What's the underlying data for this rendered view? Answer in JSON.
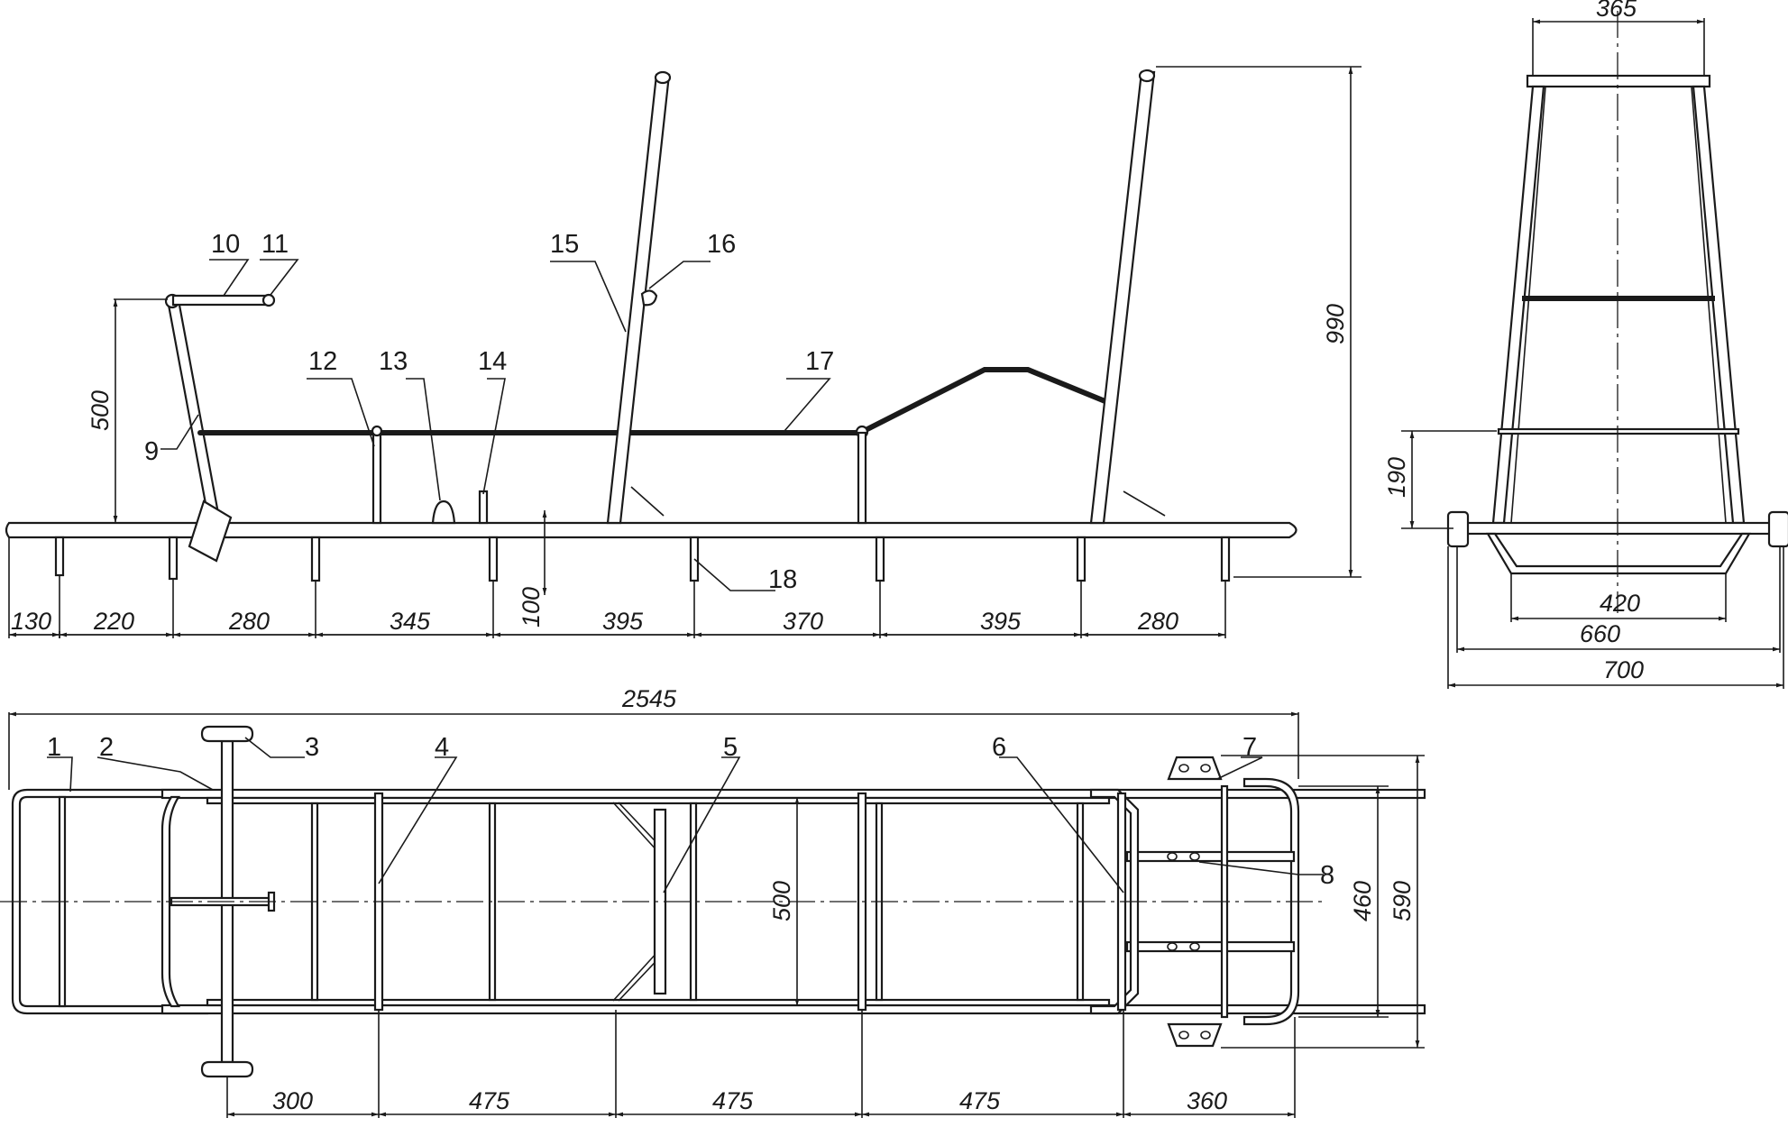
{
  "dims": {
    "side_bottom": [
      "130",
      "220",
      "280",
      "345",
      "395",
      "370",
      "395",
      "280"
    ],
    "side_height_500": "500",
    "side_height_990": "990",
    "side_leg_100": "100",
    "plan_overall": "2545",
    "plan_bottom": [
      "300",
      "475",
      "475",
      "475",
      "360"
    ],
    "plan_width_500": "500",
    "plan_width_460": "460",
    "plan_width_590": "590",
    "end_top": "365",
    "end_190": "190",
    "end_420": "420",
    "end_660": "660",
    "end_700": "700"
  },
  "callouts": {
    "c1": "1",
    "c2": "2",
    "c3": "3",
    "c4": "4",
    "c5": "5",
    "c6": "6",
    "c7": "7",
    "c8": "8",
    "c9": "9",
    "c10": "10",
    "c11": "11",
    "c12": "12",
    "c13": "13",
    "c14": "14",
    "c15": "15",
    "c16": "16",
    "c17": "17",
    "c18": "18"
  }
}
